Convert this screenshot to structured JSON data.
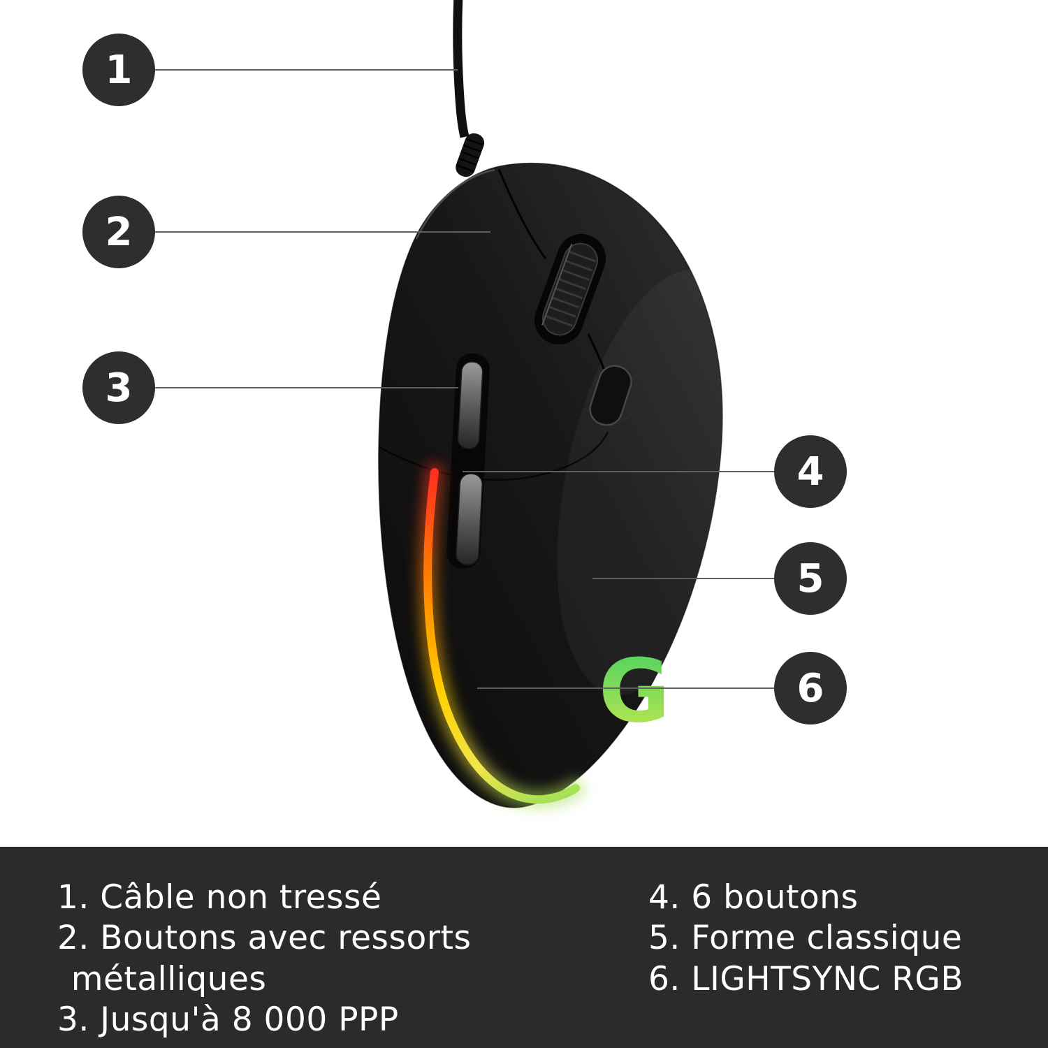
{
  "callouts": [
    {
      "number": "1",
      "feature": "Câble non tressé"
    },
    {
      "number": "2",
      "feature": "Boutons avec ressorts métalliques"
    },
    {
      "number": "3",
      "feature": "Jusqu'à 8 000 PPP"
    },
    {
      "number": "4",
      "feature": "6 boutons"
    },
    {
      "number": "5",
      "feature": "Forme classique"
    },
    {
      "number": "6",
      "feature": "LIGHTSYNC RGB"
    }
  ],
  "legend": {
    "left": [
      "1. Câble non tressé",
      "2. Boutons avec ressorts métalliques",
      "3. Jusqu'à 8 000 PPP"
    ],
    "right": [
      "4. 6 boutons",
      "5. Forme classique",
      "6. LIGHTSYNC RGB"
    ]
  },
  "logo": {
    "text": "G"
  },
  "colors": {
    "panel_bg": "#2b2b2b",
    "callout_bg": "#2e2e2e",
    "mouse_body": "#161616",
    "rgb_strip_gradient": [
      "#ff3020",
      "#ff8800",
      "#ffcf00",
      "#9fdf57"
    ],
    "logo_green_top": "#45cf63",
    "logo_green_bottom": "#c6e84e"
  }
}
